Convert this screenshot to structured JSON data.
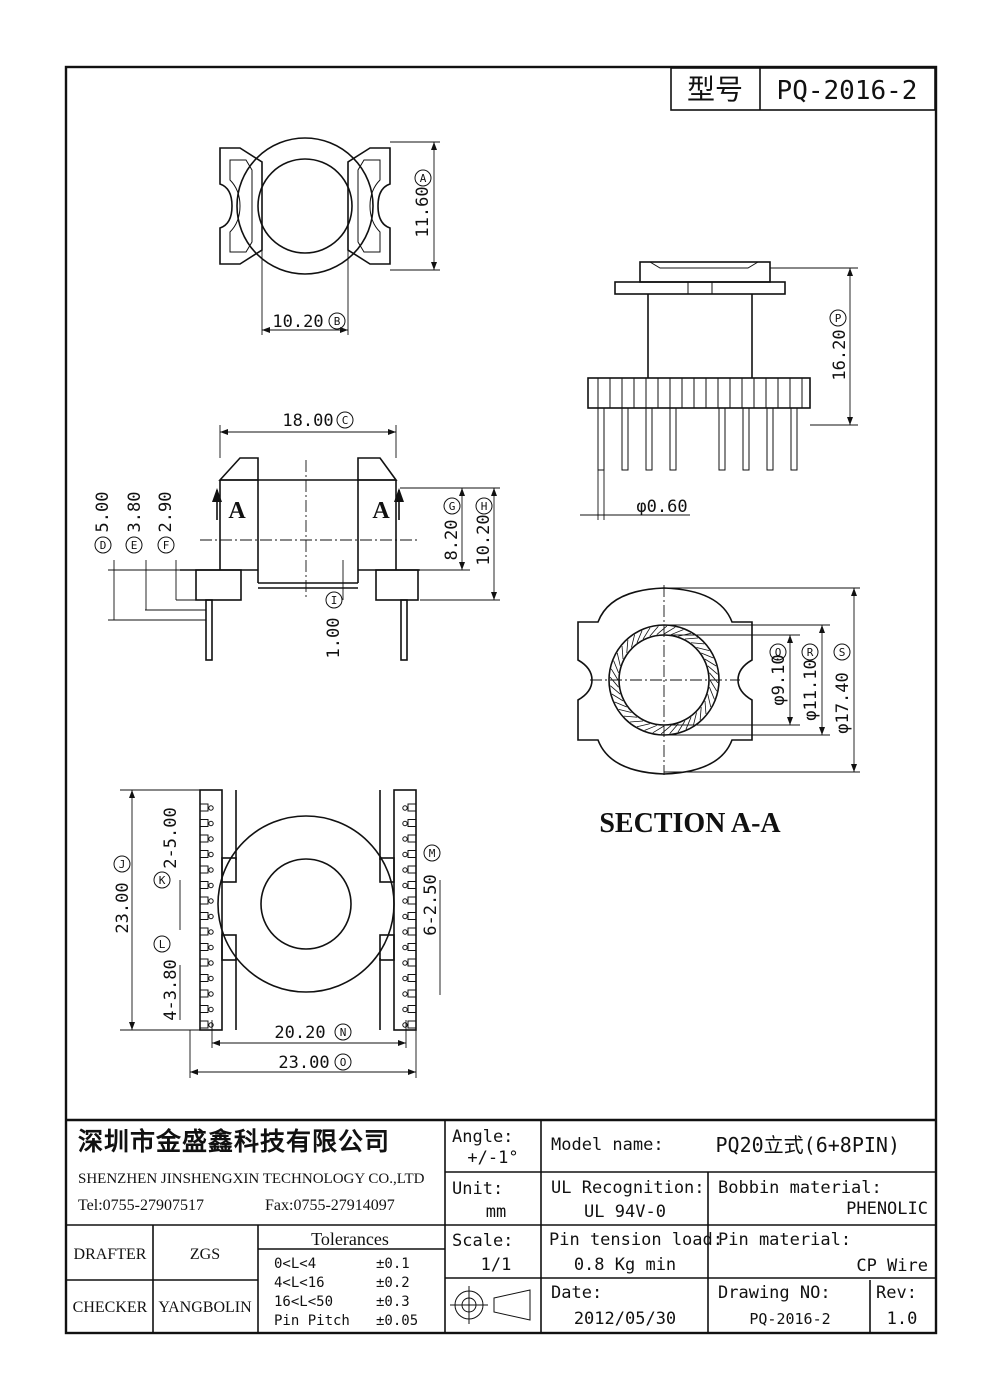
{
  "model_box": {
    "label": "型号",
    "value": "PQ-2016-2"
  },
  "dims": {
    "a": "11.60",
    "b": "10.20",
    "c": "18.00",
    "d": "5.00",
    "e": "3.80",
    "f": "2.90",
    "g": "8.20",
    "h": "10.20",
    "i": "1.00",
    "p": "16.20",
    "pin_dia": "φ0.60",
    "q": "φ9.10",
    "r": "φ11.10",
    "s": "φ17.40",
    "j": "23.00",
    "k": "2-5.00",
    "l": "4-3.80",
    "m": "6-2.50",
    "n": "20.20",
    "o": "23.00"
  },
  "callouts": {
    "a": "A",
    "b": "B",
    "c": "C",
    "d": "D",
    "e": "E",
    "f": "F",
    "g": "G",
    "h": "H",
    "i": "I",
    "j": "J",
    "k": "K",
    "l": "L",
    "m": "M",
    "n": "N",
    "o": "O",
    "p": "P",
    "q": "Q",
    "r": "R",
    "s": "S"
  },
  "section_marker": "A",
  "section_label": "SECTION A-A",
  "title_block": {
    "company_cn": "深圳市金盛鑫科技有限公司",
    "company_en": "SHENZHEN JINSHENGXIN TECHNOLOGY CO.,LTD",
    "tel": "Tel:0755-27907517",
    "fax": "Fax:0755-27914097",
    "drafter_label": "DRAFTER",
    "drafter": "ZGS",
    "checker_label": "CHECKER",
    "checker": "YANGBOLIN",
    "tolerances_title": "Tolerances",
    "tolerances": [
      {
        "range": "0<L<4",
        "value": "±0.1"
      },
      {
        "range": "4<L<16",
        "value": "±0.2"
      },
      {
        "range": "16<L<50",
        "value": "±0.3"
      },
      {
        "range": "Pin Pitch",
        "value": "±0.05"
      }
    ],
    "angle_label": "Angle:",
    "angle": "+/-1°",
    "unit_label": "Unit:",
    "unit": "mm",
    "scale_label": "Scale:",
    "scale": "1/1",
    "model_name_label": "Model name:",
    "model_name": "PQ20立式(6+8PIN)",
    "ul_label": "UL Recognition:",
    "ul": "UL 94V-0",
    "bobbin_label": "Bobbin material:",
    "bobbin": "PHENOLIC",
    "pin_tension_label": "Pin tension load:",
    "pin_tension": "0.8 Kg min",
    "pin_material_label": "Pin material:",
    "pin_material": "CP Wire",
    "date_label": "Date:",
    "date": "2012/05/30",
    "drawing_no_label": "Drawing NO:",
    "drawing_no": "PQ-2016-2",
    "rev_label": "Rev:",
    "rev": "1.0"
  }
}
